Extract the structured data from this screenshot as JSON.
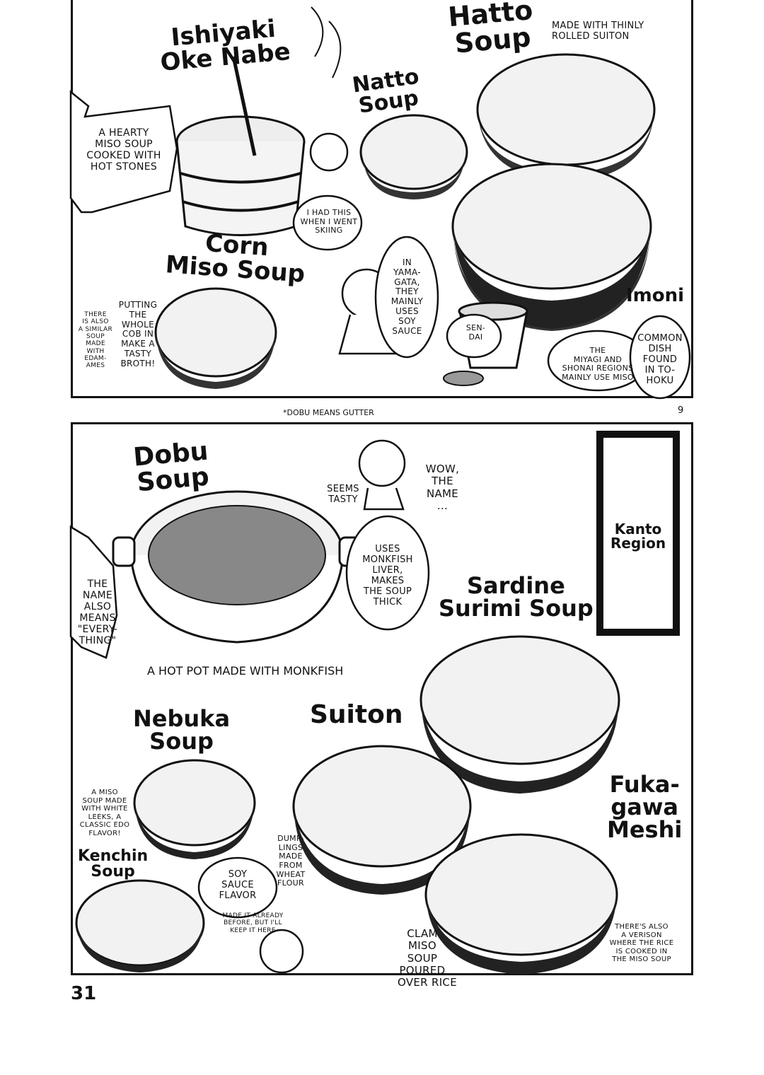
{
  "panel1": {
    "ishiyaki": {
      "title": "Ishiyaki\nOke Nabe",
      "bubble": "A HEARTY\nMISO SOUP\nCOOKED WITH\nHOT STONES"
    },
    "natto": {
      "title": "Natto\nSoup"
    },
    "hatto": {
      "title": "Hatto\nSoup",
      "note": "MADE WITH THINLY\nROLLED SUITON"
    },
    "skiing_bubble": "I HAD THIS\nWHEN I WENT\nSKIING",
    "corn": {
      "title": "Corn\nMiso Soup",
      "note": "PUTTING\nTHE\nWHOLE\nCOB IN\nMAKE A\nTASTY\nBROTH!",
      "side": "THERE\nIS ALSO\nA SIMILAR\nSOUP\nMADE\nWITH\nEDAM-\nAMES"
    },
    "yamagata_bubble": "IN\nYAMA-\nGATA,\nTHEY\nMAINLY\nUSES\nSOY\nSAUCE",
    "sendai_label": "SEN-\nDAI",
    "imoni": {
      "title": "Imoni",
      "bubble1": "THE\nMIYAGI AND\nSHONAI REGIONS\nMAINLY USE MISO",
      "bubble2": "COMMON\nDISH\nFOUND\nIN TO-\nHOKU"
    }
  },
  "footnote": "*DOBU MEANS GUTTER",
  "page_small_number": "9",
  "panel2": {
    "dobu": {
      "title": "Dobu\nSoup",
      "caption": "A HOT POT MADE WITH MONKFISH",
      "left_bubble": "THE\nNAME\nALSO\nMEANS\n\"EVERY-\nTHING\"",
      "right_bubble": "USES\nMONKFISH\nLIVER,\nMAKES\nTHE SOUP\nTHICK"
    },
    "seems_tasty": "SEEMS\nTASTY",
    "wow": "WOW,\nTHE\nNAME\n...",
    "region": "Kanto\nRegion",
    "sardine": {
      "title": "Sardine\nSurimi Soup"
    },
    "nebuka": {
      "title": "Nebuka\nSoup",
      "note": "A MISO\nSOUP MADE\nWITH WHITE\nLEEKS, A\nCLASSIC EDO\nFLAVOR!"
    },
    "suiton": {
      "title": "Suiton",
      "note": "DUMP-\nLINGS\nMADE\nFROM\nWHEAT\nFLOUR"
    },
    "fukagawa": {
      "title": "Fuka-\ngawa\nMeshi",
      "note": "CLAM\nMISO\nSOUP\nPOURED\nOVER RICE",
      "side": "THERE'S ALSO\nA VERISON\nWHERE THE RICE\nIS COOKED IN\nTHE MISO SOUP"
    },
    "kenchin": {
      "title": "Kenchin\nSoup",
      "bubble": "SOY\nSAUCE\nFLAVOR",
      "note": "MADE IT ALREADY\nBEFORE, BUT I'LL\nKEEP IT HERE"
    }
  },
  "page_number": "31"
}
